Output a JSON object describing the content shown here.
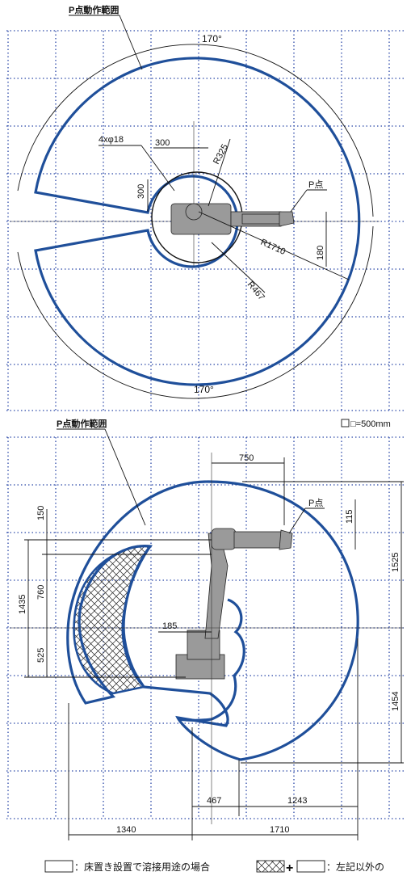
{
  "top_view": {
    "range_label": "P点動作範囲",
    "angle_top": "170°",
    "angle_bottom": "170°",
    "holes": "4xφ18",
    "dim_300_h": "300",
    "dim_300_v": "300",
    "r325": "R325",
    "p_point": "P点",
    "r1710": "R1710",
    "dim_180": "180",
    "r467": "R467"
  },
  "scale_note": "□=500mm",
  "side_view": {
    "range_label": "P点動作範囲",
    "p_point": "P点",
    "dim_750": "750",
    "dim_150": "150",
    "dim_115": "115",
    "dim_1525": "1525",
    "dim_760": "760",
    "dim_1435": "1435",
    "dim_525": "525",
    "dim_185": "185",
    "dim_1454": "1454",
    "dim_467": "467",
    "dim_1243": "1243",
    "dim_1340": "1340",
    "dim_1710": "1710"
  },
  "legend": {
    "floor_text": "：床置き設置で溶接用途の場合",
    "plus": "+",
    "other_text": "：左記以外の"
  }
}
